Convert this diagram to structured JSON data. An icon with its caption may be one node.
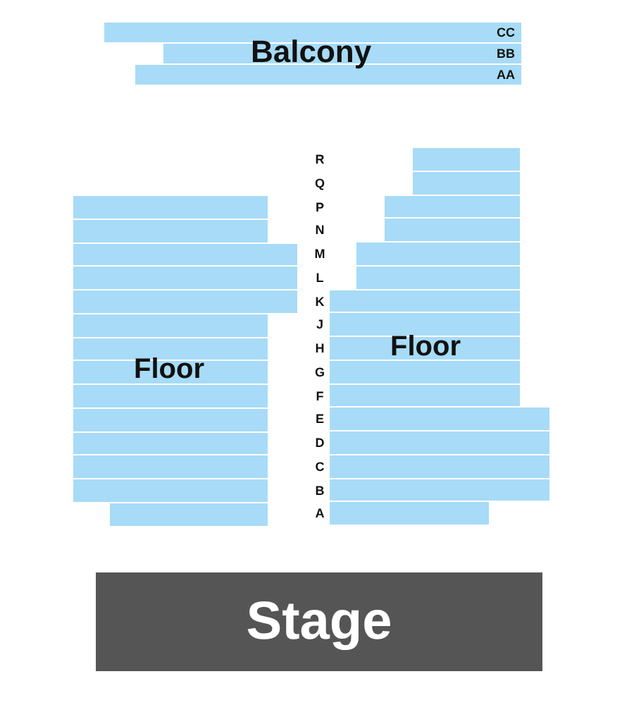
{
  "diagram": {
    "nodes": [
      {
        "text": [
          "Balcony"
        ]
      },
      {
        "text": [
          "Floor"
        ]
      },
      {
        "text": [
          "Floor"
        ]
      },
      {
        "text": [
          "Stage"
        ]
      }
    ],
    "labels": [
      "CC",
      "BB",
      "AA",
      "R",
      "Q",
      "P",
      "N",
      "M",
      "L",
      "K",
      "J",
      "H",
      "G",
      "F",
      "E",
      "D",
      "C",
      "B",
      "A"
    ]
  }
}
